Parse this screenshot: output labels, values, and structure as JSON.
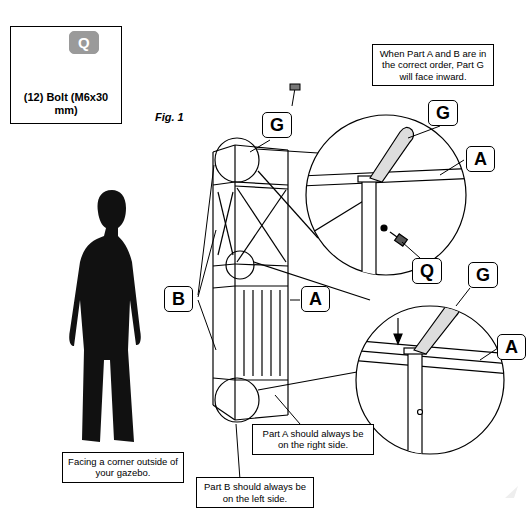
{
  "diagram": {
    "nodes": [
      {
        "text": [
          "(12) Bolt (M6x30 mm)"
        ]
      },
      {
        "text": [
          "Q"
        ],
        "in": 0
      },
      {
        "text": [
          "When Part A and B are in the correct order, Part G will face inward."
        ]
      },
      {
        "text": [
          "G"
        ]
      },
      {
        "text": [
          "G"
        ]
      },
      {
        "text": [
          "A"
        ]
      },
      {
        "text": [
          "B"
        ]
      },
      {
        "text": [
          "A"
        ]
      },
      {
        "text": [
          "Q"
        ]
      },
      {
        "text": [
          "G"
        ]
      },
      {
        "text": [
          "A"
        ]
      },
      {
        "text": [
          "Part A should always be on the right side."
        ]
      },
      {
        "text": [
          "Facing a corner outside of your gazebo."
        ]
      },
      {
        "text": [
          "Part B should always be on the left side."
        ]
      }
    ],
    "labels": [
      "Fig. 1"
    ]
  }
}
